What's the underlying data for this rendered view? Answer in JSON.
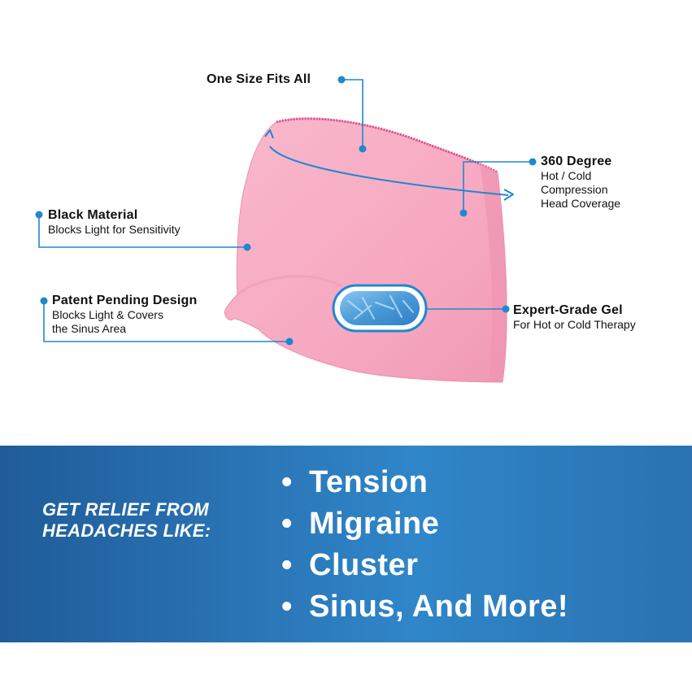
{
  "callouts": {
    "one_size": {
      "title": "One Size Fits All"
    },
    "degree_360": {
      "title": "360 Degree",
      "lines": [
        "Hot / Cold",
        "Compression",
        "Head Coverage"
      ]
    },
    "black_material": {
      "title": "Black Material",
      "lines": [
        "Blocks Light for Sensitivity"
      ]
    },
    "patent": {
      "title": "Patent Pending Design",
      "lines": [
        "Blocks Light & Covers",
        "the Sinus Area"
      ]
    },
    "gel": {
      "title": "Expert-Grade Gel",
      "lines": [
        "For Hot or Cold Therapy"
      ]
    }
  },
  "banner": {
    "heading_lines": [
      "GET RELIEF FROM",
      "HEADACHES LIKE:"
    ],
    "conditions": [
      "Tension",
      "Migraine",
      "Cluster",
      "Sinus, And More!"
    ],
    "bullet": "•"
  },
  "colors": {
    "mask_pink": "#f7a9c1",
    "callout_blue": "#1e88d0",
    "banner_blue": "#2a74b5",
    "gel_blue": "#4a9ad8"
  }
}
